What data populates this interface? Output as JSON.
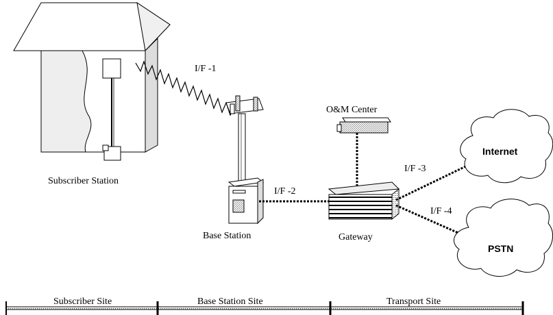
{
  "labels": {
    "subscriber_station": "Subscriber Station",
    "base_station": "Base Station",
    "gateway": "Gateway",
    "om_center": "O&M Center",
    "internet": "Internet",
    "pstn": "PSTN"
  },
  "interfaces": {
    "if1": "I/F -1",
    "if2": "I/F -2",
    "if3": "I/F -3",
    "if4": "I/F -4"
  },
  "sites": [
    "Subscriber Site",
    "Base Station Site",
    "Transport Site"
  ]
}
